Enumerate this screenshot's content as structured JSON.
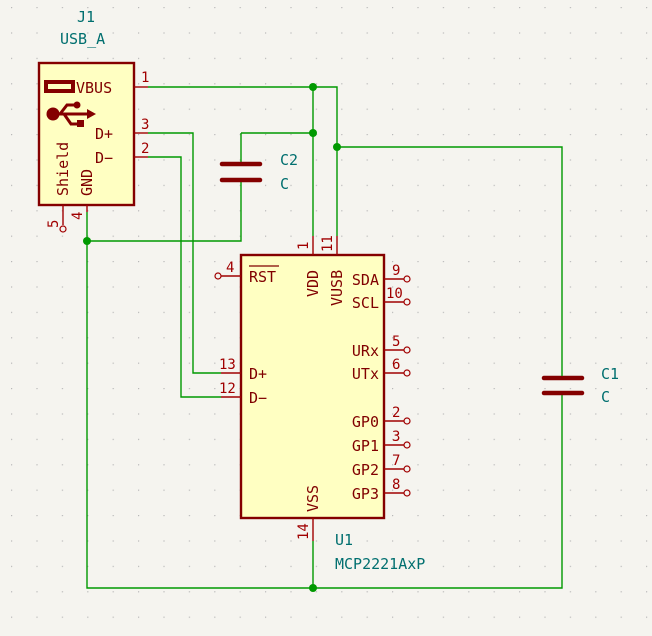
{
  "j1": {
    "ref": "J1",
    "value": "USB_A",
    "pins": {
      "vbus": {
        "name": "VBUS",
        "num": "1"
      },
      "dp": {
        "name": "D+",
        "num": "3"
      },
      "dm": {
        "name": "D−",
        "num": "2"
      },
      "shield": {
        "name": "Shield",
        "num": "5"
      },
      "gnd": {
        "name": "GND",
        "num": "4"
      }
    }
  },
  "c2": {
    "ref": "C2",
    "value": "C"
  },
  "c1": {
    "ref": "C1",
    "value": "C"
  },
  "u1": {
    "ref": "U1",
    "value": "MCP2221AxP",
    "pins": {
      "rst": {
        "name": "RST",
        "num": "4"
      },
      "vdd": {
        "name": "VDD",
        "num": "1"
      },
      "vusb": {
        "name": "VUSB",
        "num": "11"
      },
      "sda": {
        "name": "SDA",
        "num": "9"
      },
      "scl": {
        "name": "SCL",
        "num": "10"
      },
      "urx": {
        "name": "URx",
        "num": "5"
      },
      "utx": {
        "name": "UTx",
        "num": "6"
      },
      "dp": {
        "name": "D+",
        "num": "13"
      },
      "dm": {
        "name": "D−",
        "num": "12"
      },
      "gp0": {
        "name": "GP0",
        "num": "2"
      },
      "gp1": {
        "name": "GP1",
        "num": "3"
      },
      "gp2": {
        "name": "GP2",
        "num": "7"
      },
      "gp3": {
        "name": "GP3",
        "num": "8"
      },
      "vss": {
        "name": "VSS",
        "num": "14"
      }
    }
  },
  "colors": {
    "wire": "#009900",
    "body_fill": "#ffffc2",
    "body_stroke": "#840000",
    "pin": "#a00000",
    "text": "#006f6f"
  }
}
